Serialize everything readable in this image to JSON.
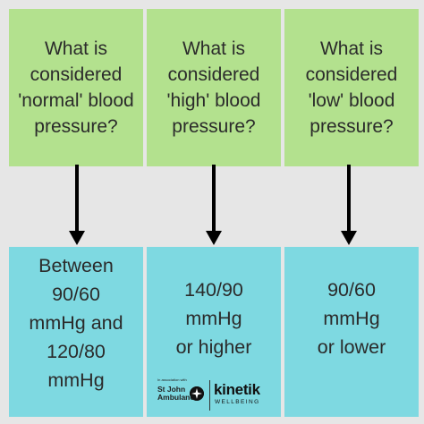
{
  "questions": [
    {
      "text": "What is considered 'normal' blood pressure?"
    },
    {
      "text": "What is considered 'high' blood pressure?"
    },
    {
      "text": "What is considered 'low' blood pressure?"
    }
  ],
  "answers": [
    {
      "text": "Between\n90/60\nmmHg and\n120/80\nmmHg"
    },
    {
      "text": "140/90\nmmHg\nor higher"
    },
    {
      "text": "90/60\nmmHg\nor lower"
    }
  ],
  "colors": {
    "background": "#e6e6e6",
    "question_box": "#b3e18e",
    "answer_box": "#7ed9e1",
    "arrow": "#000000"
  },
  "logo": {
    "association": "In association with",
    "partner": "St John\nAmbulance",
    "brand": "kinetik",
    "brand_sub": "WELLBEING",
    "partner_icon": "st-john-cross-icon"
  }
}
